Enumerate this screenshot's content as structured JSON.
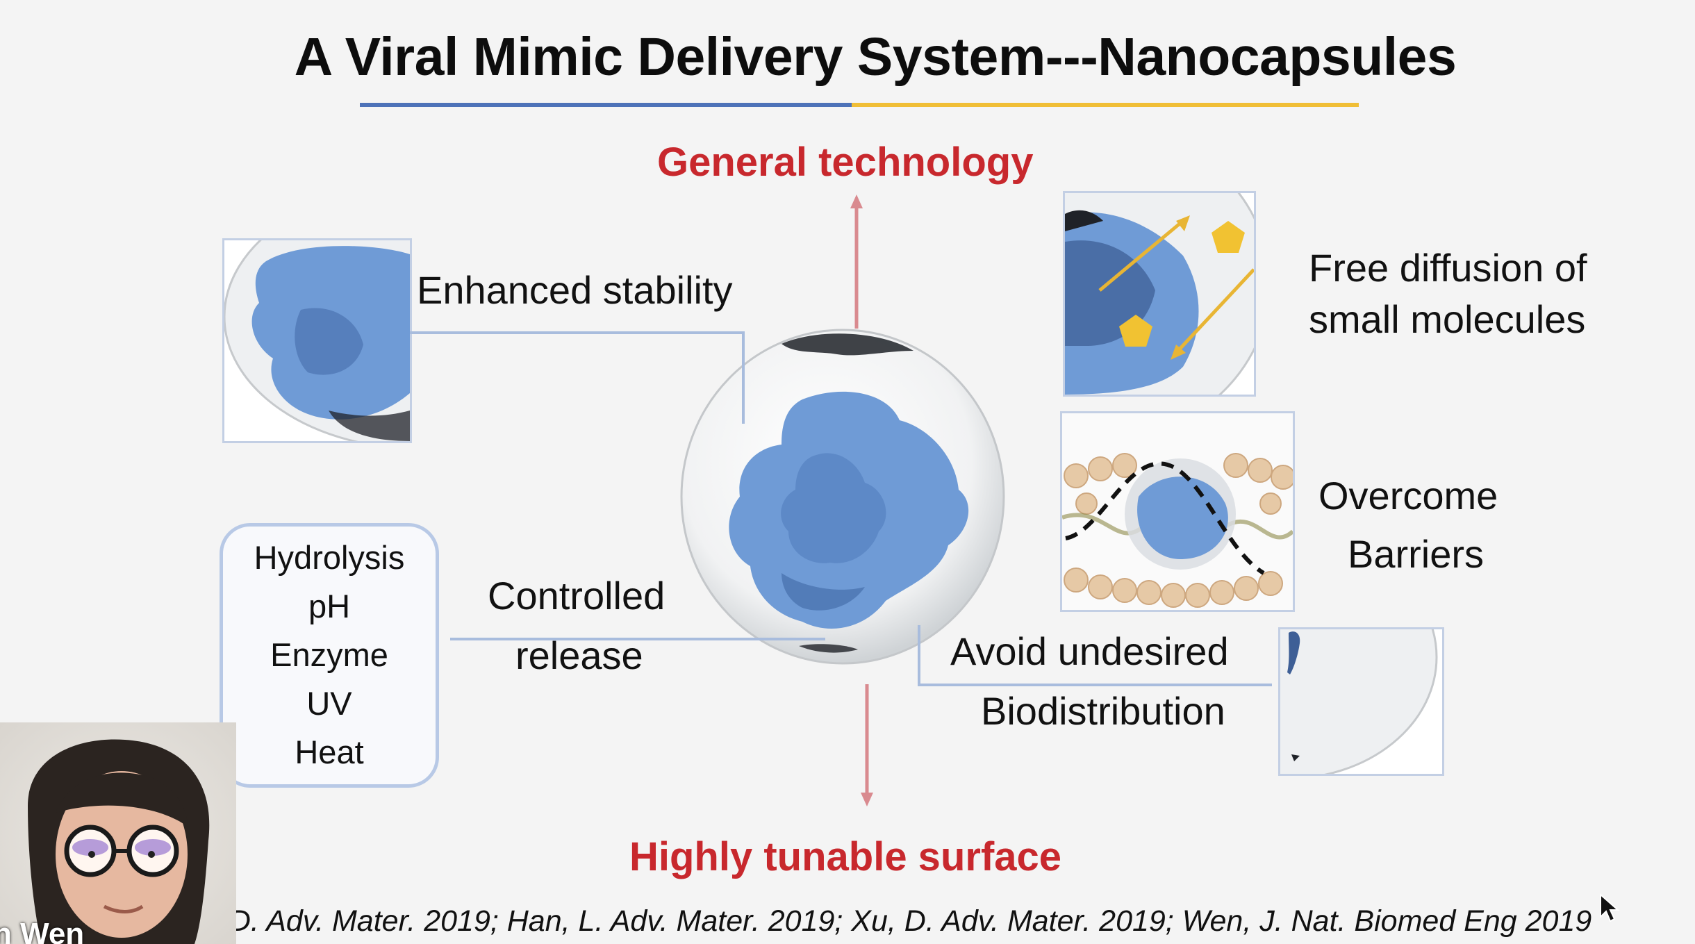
{
  "slide": {
    "title": "A Viral Mimic Delivery System---Nanocapsules",
    "top_heading": "General technology",
    "bottom_heading": "Highly tunable surface",
    "stability_label": "Enhanced stability",
    "diffusion_label_line1": "Free diffusion of",
    "diffusion_label_line2": "small molecules",
    "barriers_label_line1": "Overcome",
    "barriers_label_line2": "Barriers",
    "release_label_line1": "Controlled",
    "release_label_line2": "release",
    "biodist_label_line1": "Avoid undesired",
    "biodist_label_line2": "Biodistribution",
    "stimuli": [
      "Hydrolysis",
      "pH",
      "Enzyme",
      "UV",
      "Heat"
    ],
    "citation": "., D. Adv. Mater. 2019; Han, L. Adv. Mater. 2019; Xu, D. Adv. Mater. 2019; Wen, J. Nat. Biomed Eng 2019"
  },
  "presenter": {
    "name_fragment": "n Wen"
  },
  "colors": {
    "heading_red": "#c8282d",
    "rule_blue": "#4d72b8",
    "rule_yellow": "#f0be36",
    "protein_blue": "#6f9bd6",
    "connector": "#a8bcdd"
  },
  "icons": [
    "cursor-icon",
    "pentagon-molecule-icon",
    "diffusion-arrow-icon"
  ]
}
